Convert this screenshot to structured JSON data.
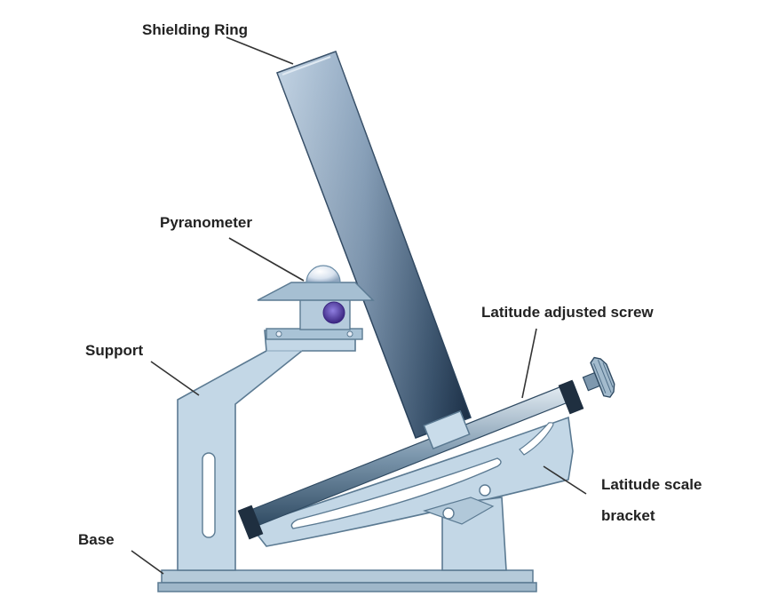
{
  "labels": {
    "shielding_ring": "Shielding Ring",
    "pyranometer": "Pyranometer",
    "support": "Support",
    "latitude_adjusted_screw": "Latitude adjusted screw",
    "latitude_scale_bracket_line1": "Latitude scale",
    "latitude_scale_bracket_line2": "bracket",
    "base": "Base"
  },
  "colors": {
    "metal_light": "#c9dcea",
    "metal_mid": "#a9c3d6",
    "metal_dark": "#6d8ea8",
    "outline": "#5b7a92",
    "ring_dark": "#1e3550",
    "dome": "#e8eef6",
    "sensor": "#5a3fa8"
  }
}
